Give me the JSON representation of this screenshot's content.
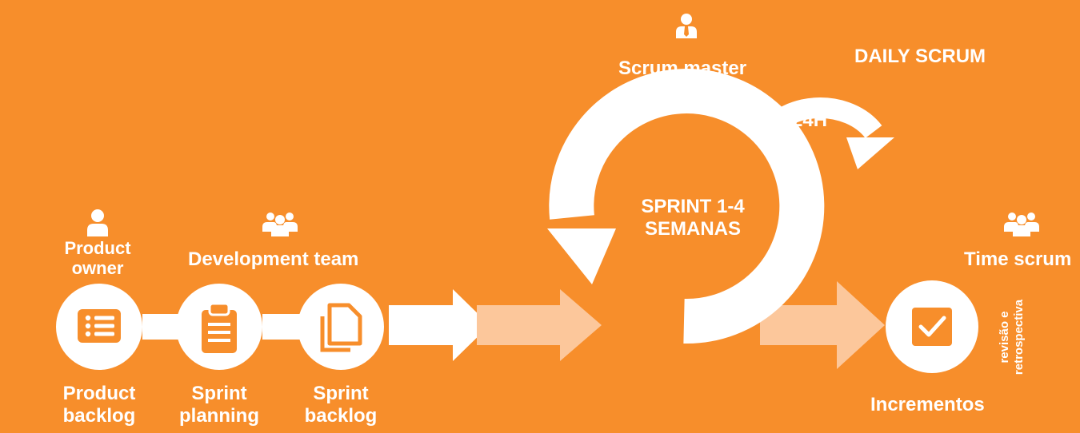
{
  "roles": {
    "scrum_master": "Scrum master",
    "product_owner_line1": "Product",
    "product_owner_line2": "owner",
    "development_team": "Development team",
    "time_scrum": "Time scrum"
  },
  "cycle": {
    "daily_scrum": "DAILY SCRUM",
    "hours": "24H",
    "sprint_line1": "SPRINT 1-4",
    "sprint_line2": "SEMANAS"
  },
  "steps": {
    "product_backlog_line1": "Product",
    "product_backlog_line2": "backlog",
    "sprint_planning_line1": "Sprint",
    "sprint_planning_line2": "planning",
    "sprint_backlog_line1": "Sprint",
    "sprint_backlog_line2": "backlog",
    "increments": "Incrementos"
  },
  "review": {
    "line1": "revisão e",
    "line2": "retrospectiva"
  },
  "icons": {
    "scrum_master": "user-tie-icon",
    "product_owner": "user-icon",
    "development_team": "users-icon",
    "time_scrum": "users-icon",
    "product_backlog": "list-icon",
    "sprint_planning": "clipboard-icon",
    "sprint_backlog": "documents-icon",
    "increments": "checkbox-icon"
  },
  "colors": {
    "background": "#F78E2B",
    "foreground": "#FFFFFF",
    "faded_arrow": "#FCC79B"
  }
}
